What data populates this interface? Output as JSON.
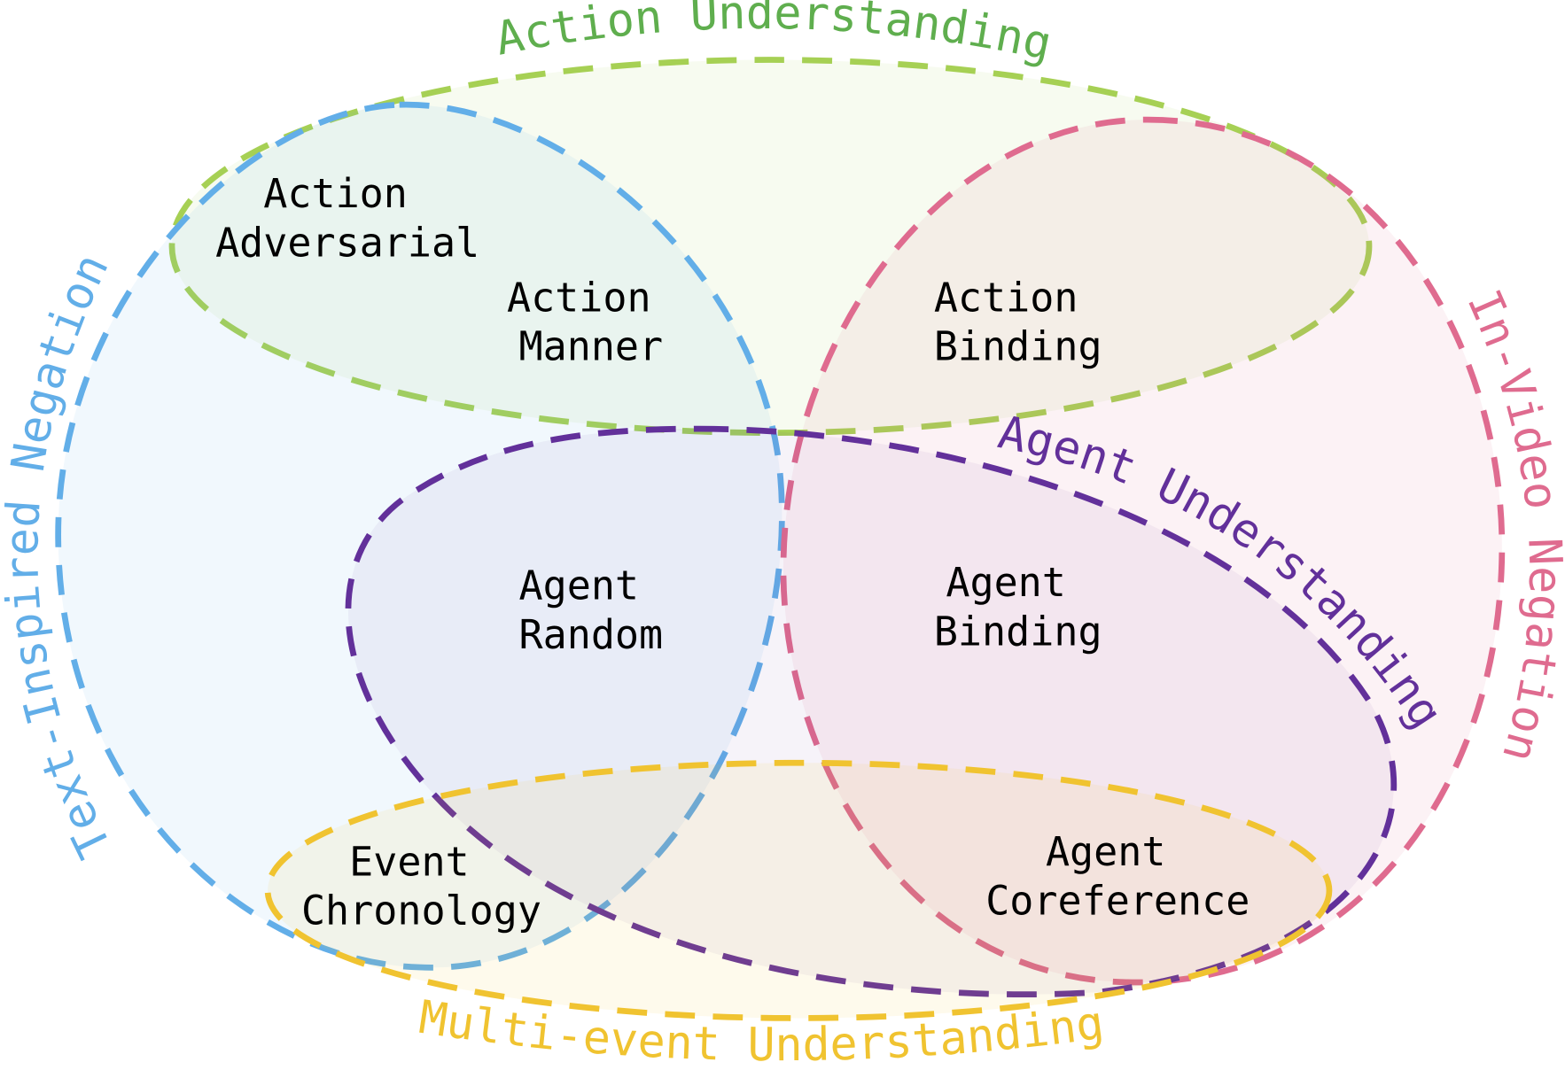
{
  "colors": {
    "action": "#a6d054",
    "action_text": "#5fae4e",
    "text_inspired": "#62aee8",
    "in_video": "#df6b8f",
    "agent": "#62309a",
    "multi_event": "#f0c330"
  },
  "categories": {
    "action": "Action Understanding",
    "text_inspired": "Text-Inspired Negation",
    "in_video": "In-Video Negation",
    "agent": "Agent Understanding",
    "multi_event": "Multi-event Understanding"
  },
  "regions": {
    "action_adversarial": [
      "Action",
      "Adversarial"
    ],
    "action_manner": [
      "Action",
      "Manner"
    ],
    "action_binding": [
      "Action",
      "Binding"
    ],
    "agent_random": [
      "Agent",
      "Random"
    ],
    "agent_binding": [
      "Agent",
      "Binding"
    ],
    "event_chronology": [
      "Event",
      "Chronology"
    ],
    "agent_coreference": [
      "Agent",
      "Coreference"
    ]
  }
}
